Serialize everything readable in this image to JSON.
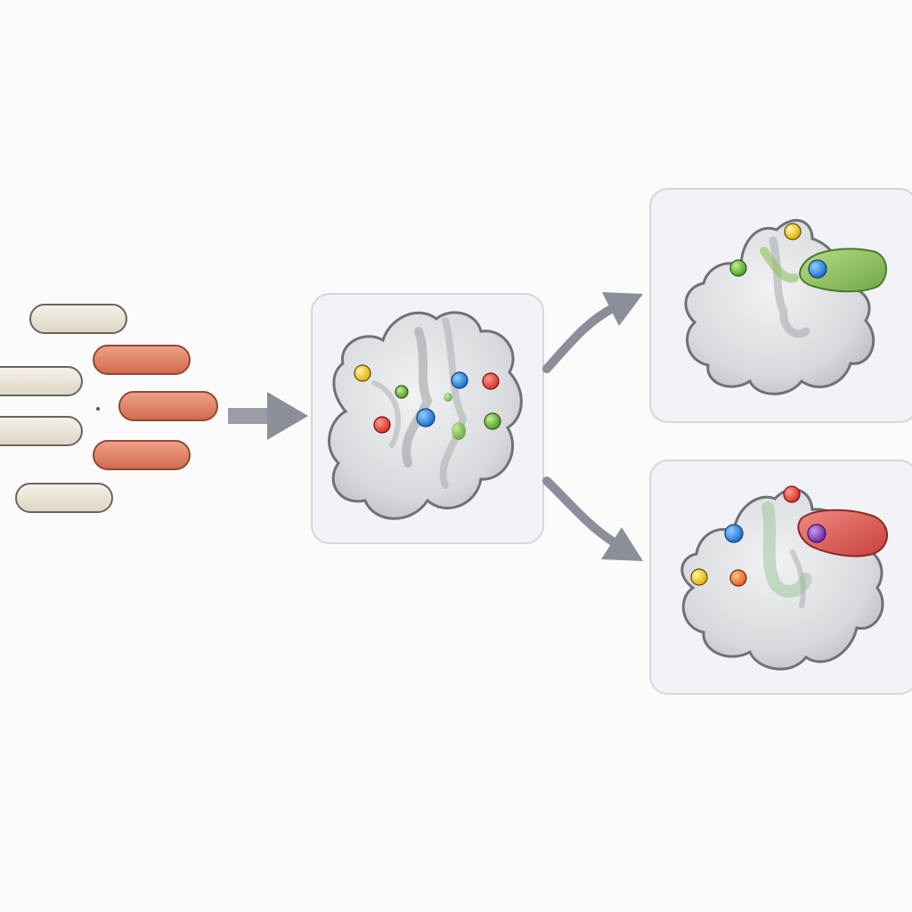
{
  "colors": {
    "background": "#fbfbfc",
    "panel_fill": "#f2f3f6",
    "panel_stroke": "#d4d7de",
    "blob_fill": "#e3e4e7",
    "blob_stroke": "#6f7176",
    "blob_shade": "#bfc1c6",
    "arrow": "#8c8f9a",
    "cream_pill": "#ece6da",
    "orange_pill": "#e0876a"
  },
  "diagram": {
    "title": "",
    "input_sequence": {
      "pills": [
        {
          "color_role": "cream"
        },
        {
          "color_role": "orange"
        },
        {
          "color_role": "cream"
        },
        {
          "color_role": "orange"
        },
        {
          "color_role": "cream"
        },
        {
          "color_role": "orange"
        },
        {
          "color_role": "cream"
        }
      ]
    },
    "center_structure": {
      "sites": [
        "yellow",
        "green",
        "blue",
        "red",
        "red",
        "blue",
        "green",
        "green"
      ]
    },
    "outcome_top": {
      "ligand_color": "green",
      "sites": [
        "yellow",
        "green",
        "blue"
      ]
    },
    "outcome_bottom": {
      "ligand_color": "red",
      "sites": [
        "red",
        "blue",
        "purple",
        "yellow",
        "orange"
      ]
    }
  }
}
